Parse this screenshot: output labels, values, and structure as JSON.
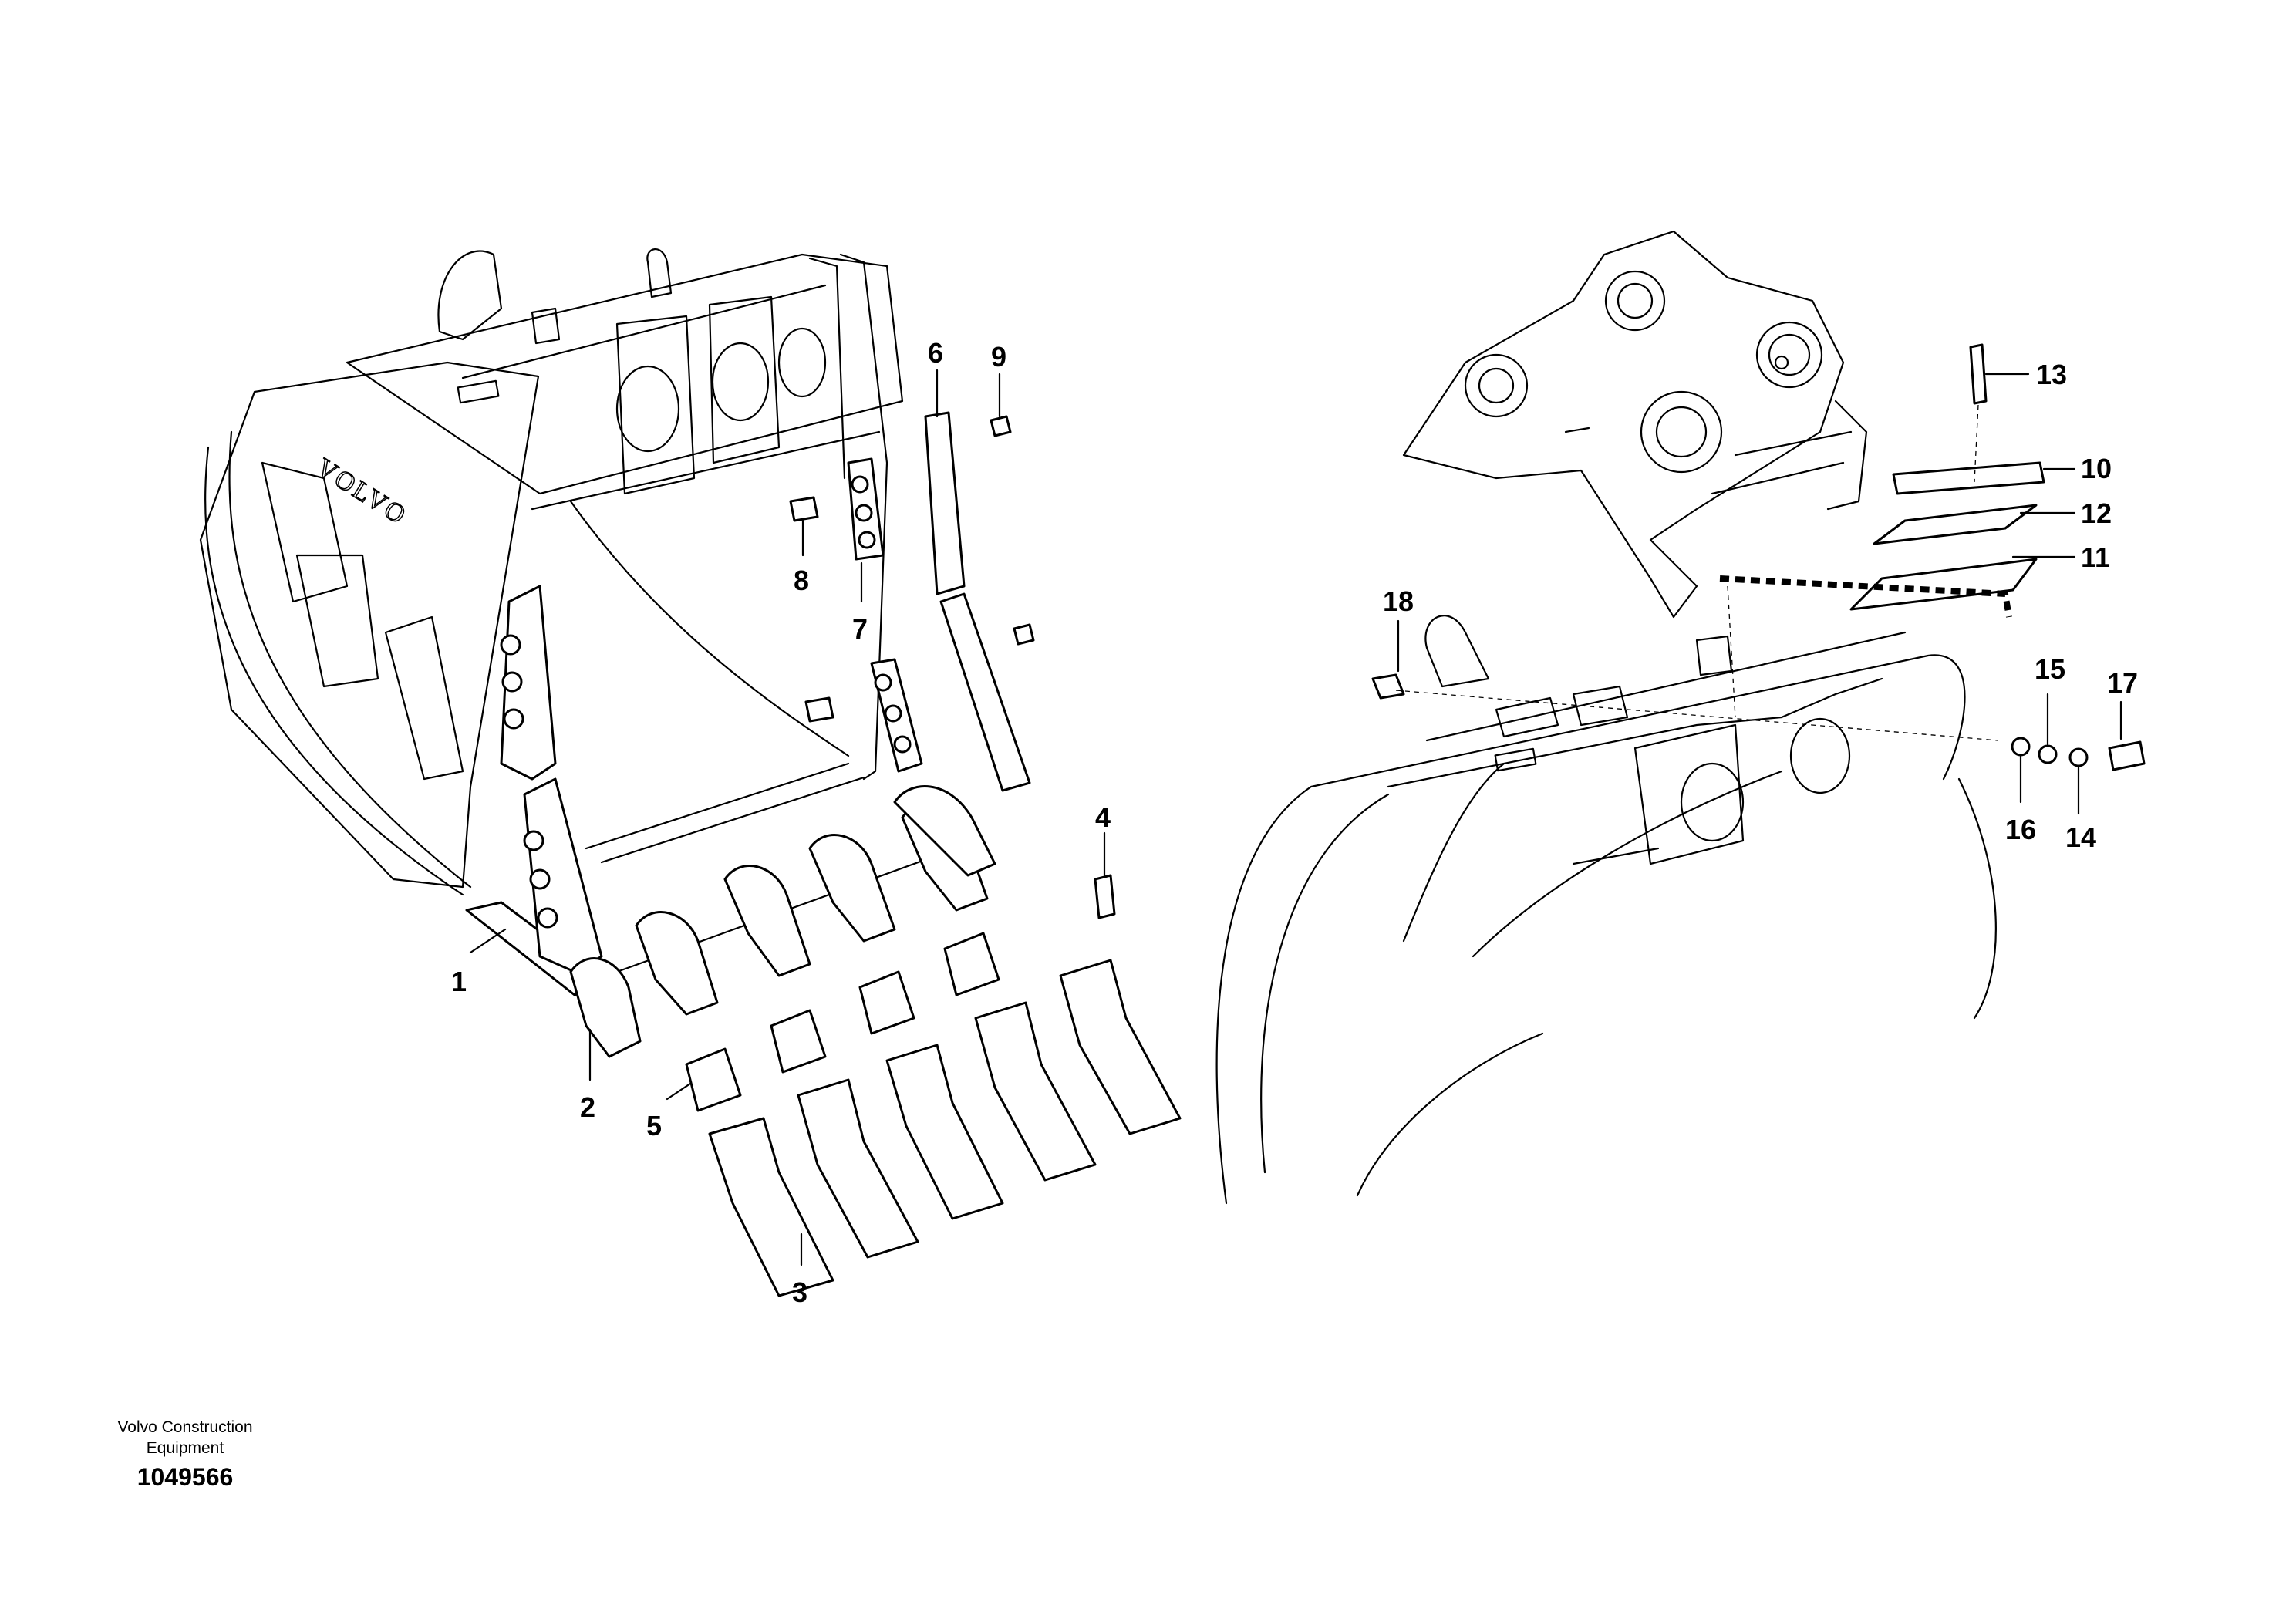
{
  "diagram": {
    "callouts": [
      "1",
      "2",
      "3",
      "4",
      "5",
      "6",
      "7",
      "8",
      "9",
      "10",
      "11",
      "12",
      "13",
      "14",
      "15",
      "16",
      "17",
      "18"
    ],
    "brand_mark": "VOLVO",
    "footer": {
      "company_line1": "Volvo Construction",
      "company_line2": "Equipment",
      "drawing_number": "1049566"
    }
  }
}
